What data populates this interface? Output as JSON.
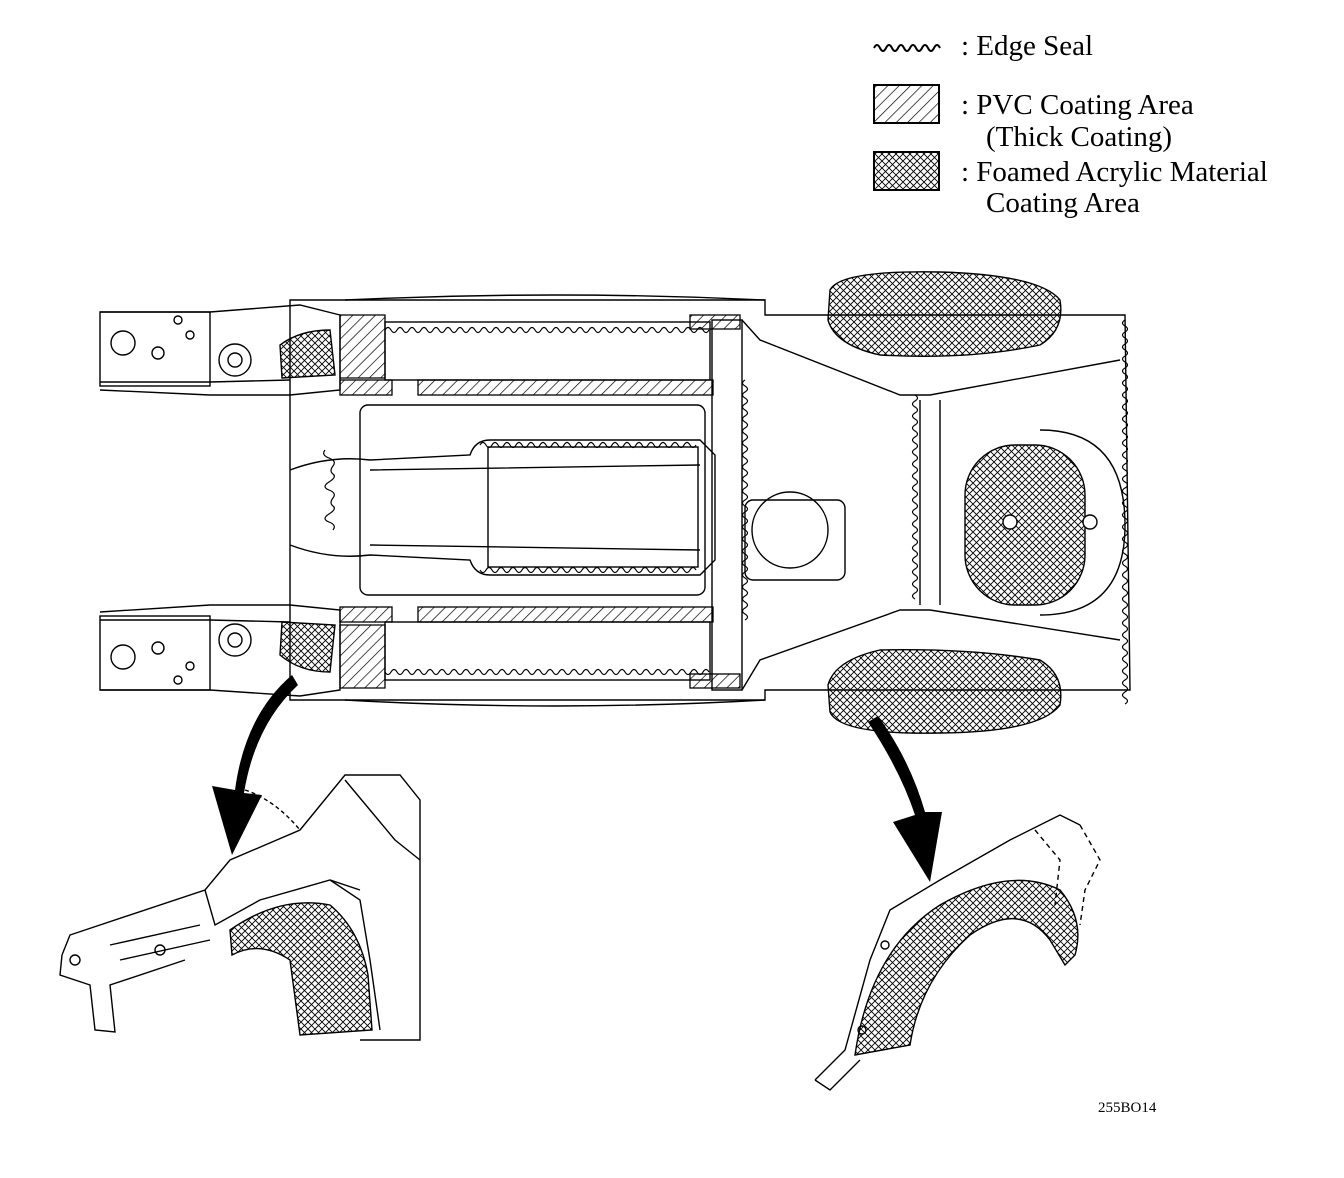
{
  "legend": {
    "items": [
      {
        "symbol": "edge-seal",
        "lines": [
          ": Edge Seal"
        ]
      },
      {
        "symbol": "pvc-hatch",
        "lines": [
          ": PVC Coating Area",
          "(Thick Coating)"
        ]
      },
      {
        "symbol": "foamed-crosshatch",
        "lines": [
          ": Foamed Acrylic Material",
          "Coating Area"
        ]
      }
    ]
  },
  "figure_code": "255BO14",
  "colors": {
    "ink": "#000000",
    "paper": "#ffffff"
  }
}
